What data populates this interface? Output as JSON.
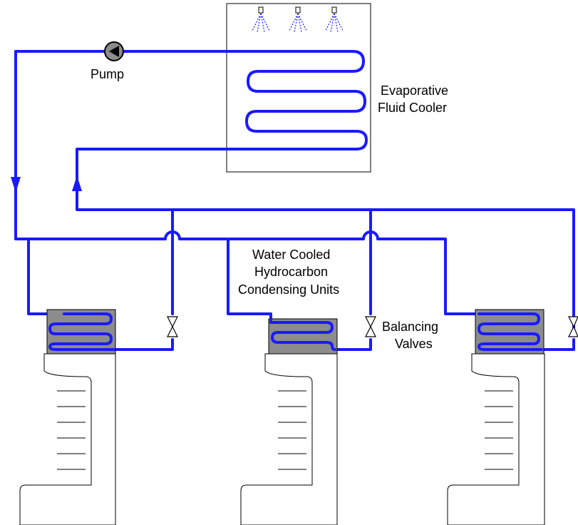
{
  "labels": {
    "pump": "Pump",
    "cooler_line1": "Evaporative",
    "cooler_line2": "Fluid Cooler",
    "units_line1": "Water Cooled",
    "units_line2": "Hydrocarbon",
    "units_line3": "Condensing Units",
    "valves_line1": "Balancing",
    "valves_line2": "Valves"
  },
  "colors": {
    "pipe": "#1a1aff",
    "coil_box": "#8c8c8c",
    "outline": "#000000",
    "spray": "#1a1aff"
  },
  "components": {
    "pump_icon": "pump-icon",
    "valve_icon": "balancing-valve-icon",
    "spray_icon": "spray-nozzle-icon",
    "condensing_unit_count": 3
  }
}
